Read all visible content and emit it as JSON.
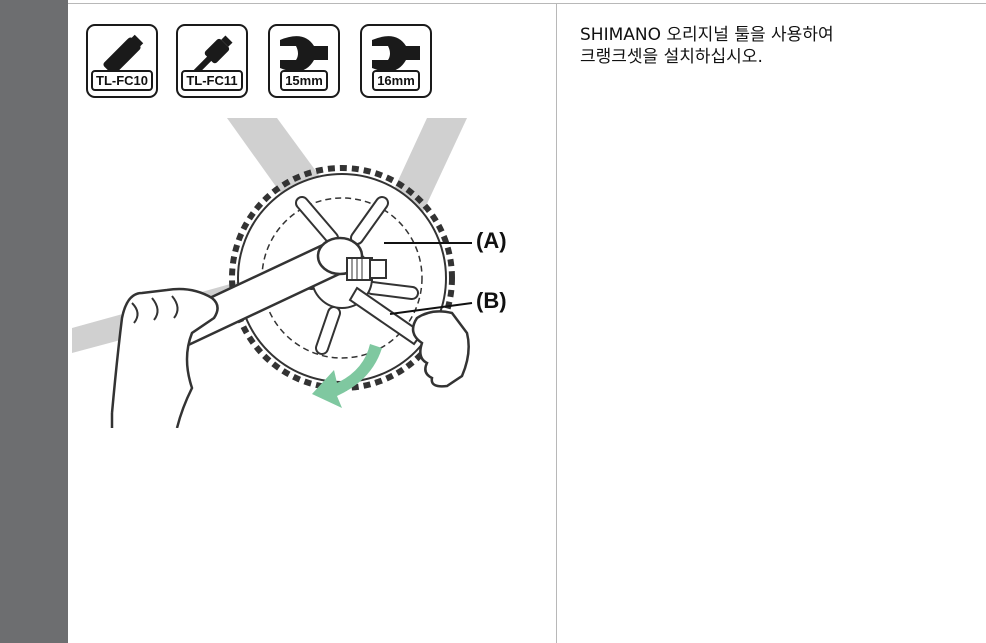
{
  "tools": [
    {
      "label": "TL-FC10",
      "icon": "bottom-bracket-tool-icon"
    },
    {
      "label": "TL-FC11",
      "icon": "crank-install-tool-icon"
    },
    {
      "label": "15mm",
      "icon": "wrench-icon"
    },
    {
      "label": "16mm",
      "icon": "wrench-icon"
    }
  ],
  "callouts": {
    "a": "(A)",
    "b": "(B)"
  },
  "instruction": {
    "line1": "SHIMANO 오리지널 툴을 사용하여",
    "line2": "크랭크셋을 설치하십시오."
  },
  "colors": {
    "sidebar": "#6d6e70",
    "arrow": "#7fc8a0",
    "frame": "#d0d0d0"
  }
}
